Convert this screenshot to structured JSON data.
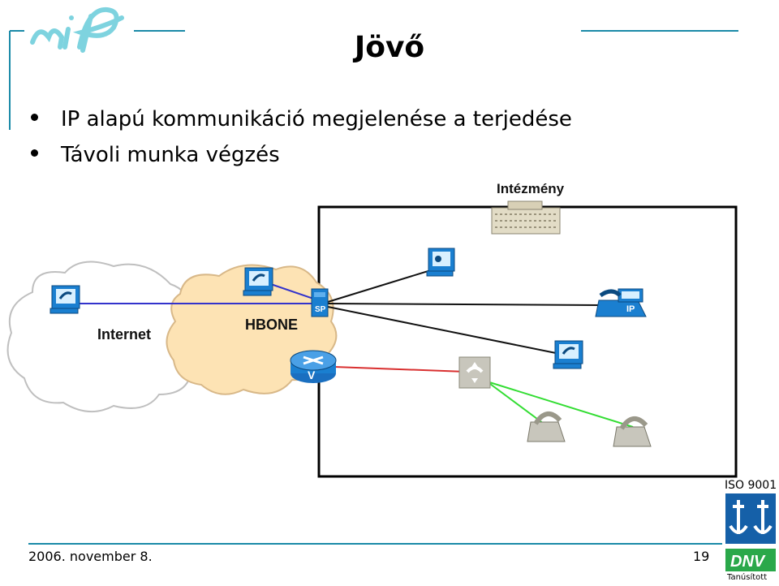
{
  "slide": {
    "title": "Jövő",
    "bullets": [
      "IP alapú kommunikáció megjelenése a terjedése",
      "Távoli munka végzés"
    ],
    "footer_date": "2006. november 8.",
    "page_number": "19"
  },
  "diagram": {
    "institution_label": "Intézmény",
    "internet_label": "Internet",
    "hbone_label": "HBONE",
    "router_label": "V",
    "ip_phone_label": "IP"
  },
  "certification": {
    "iso_label": "ISO 9001",
    "dnv_label": "DNV",
    "certified_label": "Tanúsított"
  },
  "colors": {
    "accent_lines": "#1a8aa8",
    "logo": "#7ed3df",
    "cloud_internet": "#ffffff",
    "cloud_hbone": "#fde3b4",
    "voip_link": "#3333cc",
    "router_link": "#d93030",
    "analog_link": "#33dd33",
    "dnv_blue": "#1560a8",
    "dnv_green": "#2aa84a"
  },
  "icons": [
    "logo",
    "building-icon",
    "ip-phone-icon",
    "pc-phone-icon",
    "switch-icon",
    "router-icon",
    "gateway-icon",
    "analog-phone-icon",
    "anchor-icon"
  ]
}
